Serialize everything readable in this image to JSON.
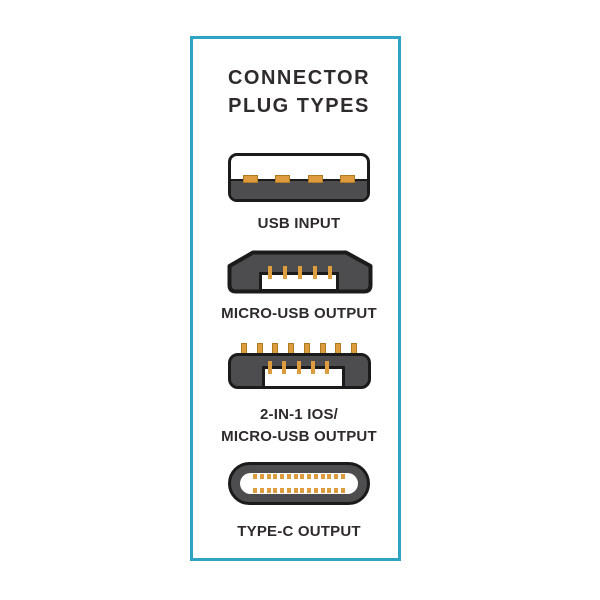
{
  "colors": {
    "frame_teal": "#2EA3C4",
    "housing_gray": "#4D4D4F",
    "outline_black": "#1B1B1B",
    "pin_orange": "#DD9C3D",
    "pin_orange_dark": "#B07A22",
    "text_dark": "#2D2C2A",
    "background": "#FFFFFF"
  },
  "title": {
    "line1": "CONNECTOR",
    "line2": "PLUG TYPES"
  },
  "connectors": {
    "usb_a": {
      "label": "USB INPUT",
      "pin_count": 4
    },
    "micro_usb": {
      "label": "MICRO-USB OUTPUT",
      "pin_count": 5
    },
    "two_in_one": {
      "label_line1": "2-IN-1 IOS/",
      "label_line2": "MICRO-USB OUTPUT",
      "top_pin_count": 8,
      "inner_pin_count": 5
    },
    "type_c": {
      "label": "TYPE-C OUTPUT",
      "pins_per_row": 14,
      "pin_rows": 2
    }
  }
}
